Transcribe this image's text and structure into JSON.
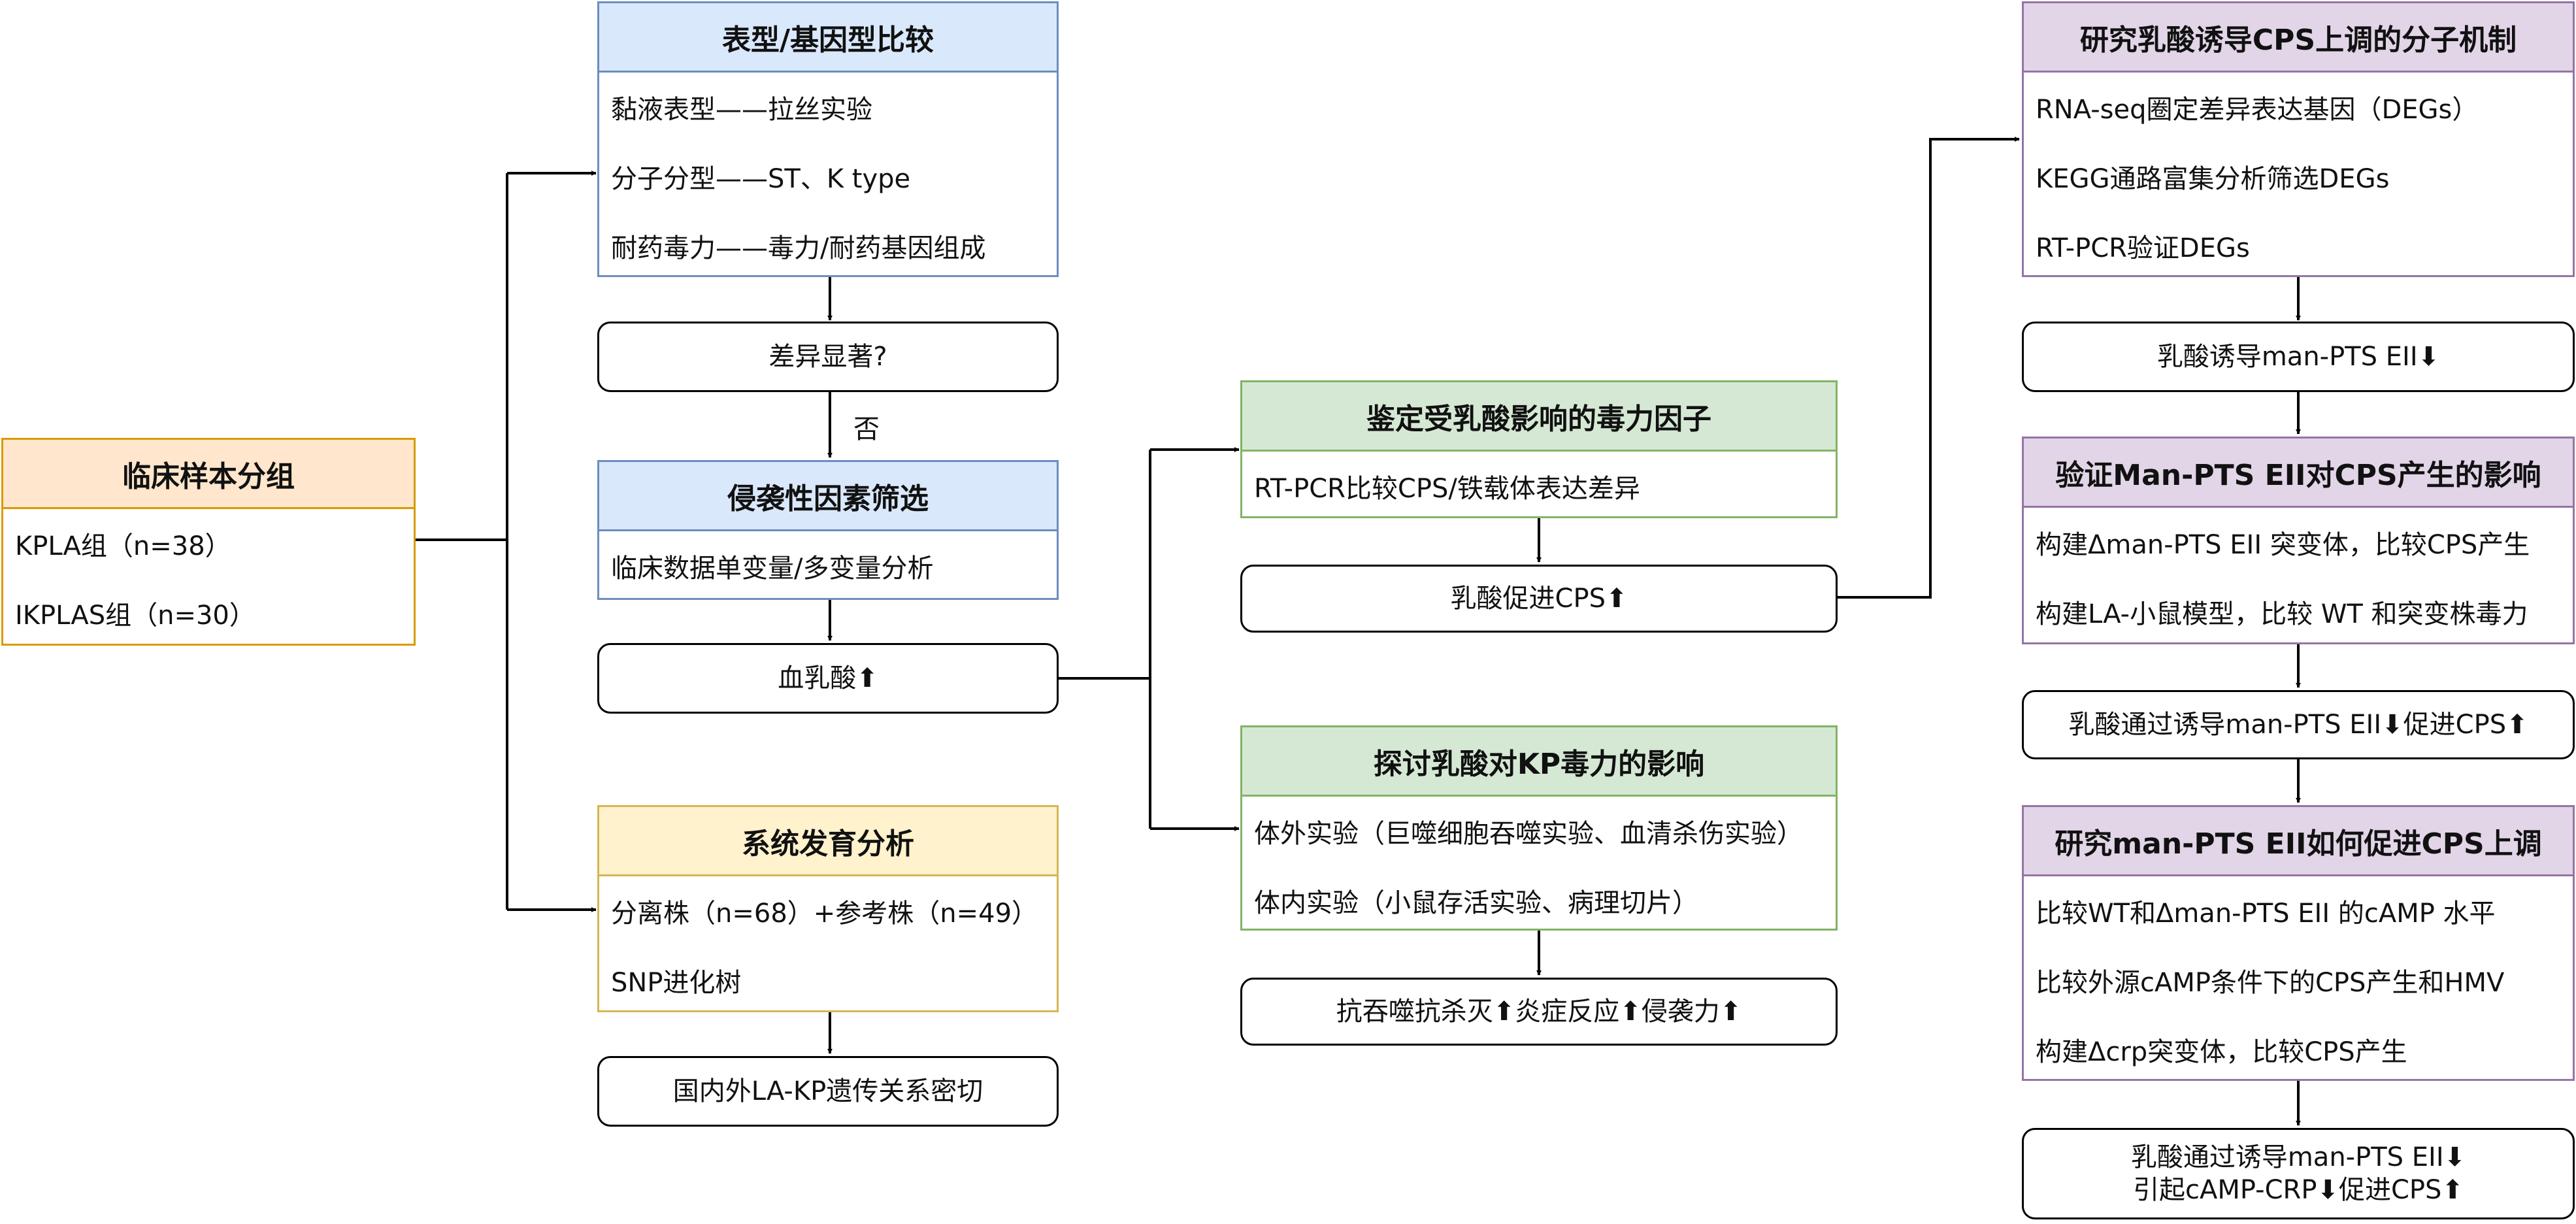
{
  "clinical": {
    "title": "临床样本分组",
    "items": [
      "KPLA组（n=38）",
      "IKPLAS组（n=30）"
    ]
  },
  "phenotype": {
    "title": "表型/基因型比较",
    "items": [
      "黏液表型——拉丝实验",
      "分子分型——ST、K type",
      "耐药毒力——毒力/耐药基因组成"
    ]
  },
  "significant": "差异显著?",
  "no_label": "否",
  "invasive": {
    "title": "侵袭性因素筛选",
    "items": [
      "临床数据单变量/多变量分析"
    ]
  },
  "blood_lactate": "血乳酸⬆",
  "phylo": {
    "title": "系统发育分析",
    "items": [
      "分离株（n=68）+参考株（n=49）",
      "SNP进化树"
    ]
  },
  "genetic": "国内外LA-KP遗传关系密切",
  "virulence_factor": {
    "title": "鉴定受乳酸影响的毒力因子",
    "items": [
      "RT-PCR比较CPS/铁载体表达差异"
    ]
  },
  "lactate_cps": "乳酸促进CPS⬆",
  "kp_virulence": {
    "title": "探讨乳酸对KP毒力的影响",
    "items": [
      "体外实验（巨噬细胞吞噬实验、血清杀伤实验）",
      "体内实验（小鼠存活实验、病理切片）"
    ]
  },
  "anti_phago": "抗吞噬抗杀灭⬆炎症反应⬆侵袭力⬆",
  "mechanism": {
    "title": "研究乳酸诱导CPS上调的分子机制",
    "items": [
      "RNA-seq圈定差异表达基因（DEGs）",
      "KEGG通路富集分析筛选DEGs",
      "RT-PCR验证DEGs"
    ]
  },
  "man_pts_down": "乳酸诱导man-PTS EII⬇",
  "verify": {
    "title": "验证Man-PTS EII对CPS产生的影响",
    "items": [
      "构建Δman-PTS EII 突变体，比较CPS产生",
      "构建LA-小鼠模型，比较 WT 和突变株毒力"
    ]
  },
  "lactate_via": "乳酸通过诱导man-PTS EII⬇促进CPS⬆",
  "how": {
    "title": "研究man-PTS EII如何促进CPS上调",
    "items": [
      "比较WT和Δman-PTS EII 的cAMP 水平",
      "比较外源cAMP条件下的CPS产生和HMV",
      "构建Δcrp突变体，比较CPS产生"
    ]
  },
  "final": {
    "line1": "乳酸通过诱导man-PTS EII⬇",
    "line2": "引起cAMP-CRP⬇促进CPS⬆"
  }
}
